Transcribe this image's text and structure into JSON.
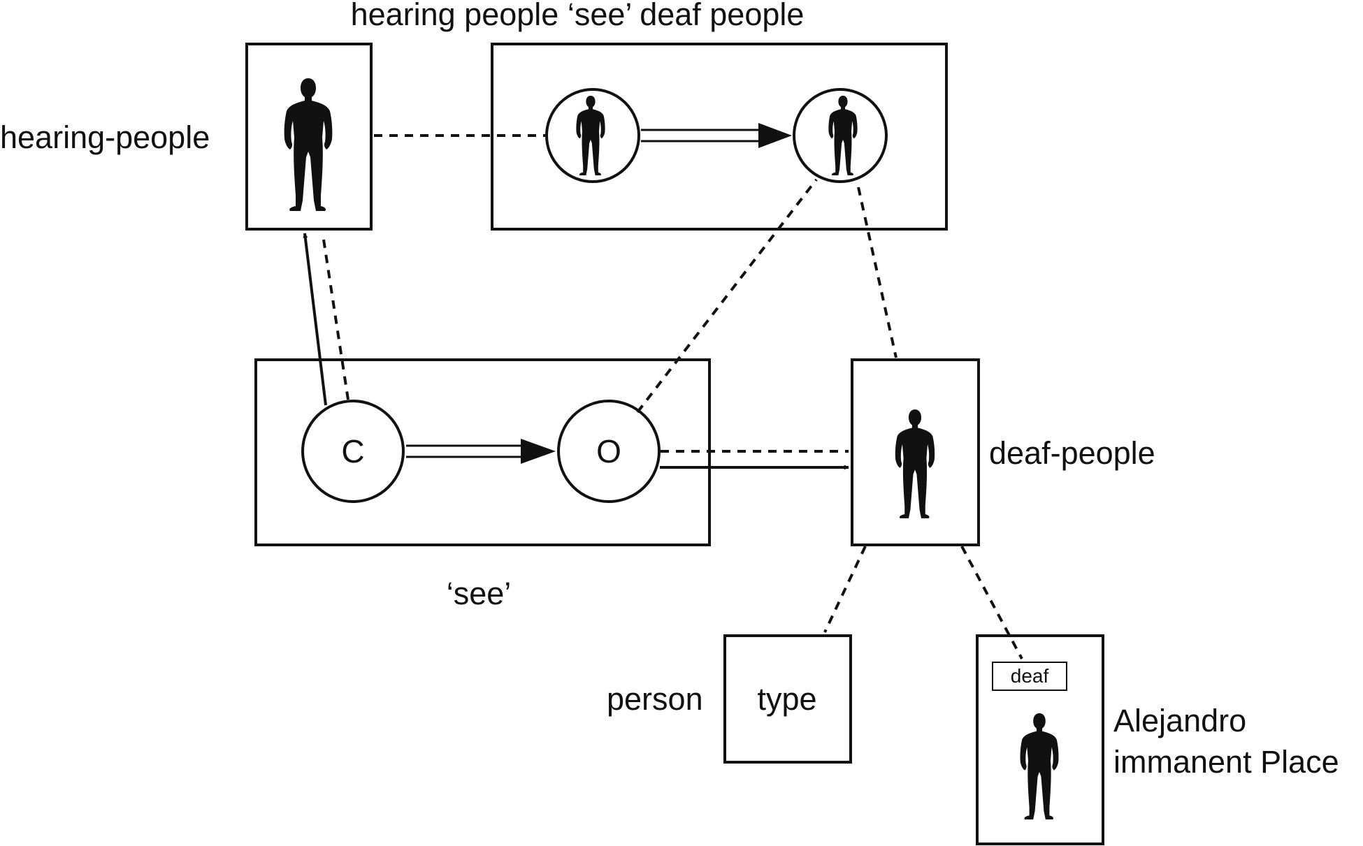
{
  "diagram": {
    "title": "hearing people ‘see’ deaf people",
    "labels": {
      "hearing_people": "hearing-people",
      "deaf_people": "deaf-people",
      "see": "‘see’",
      "person": "person",
      "type": "type",
      "deaf_tag": "deaf",
      "alejandro_line1": "Alejandro",
      "alejandro_line2": "immanent Place"
    },
    "nodes": {
      "c": "C",
      "o": "O"
    },
    "colors": {
      "ink": "#111111",
      "background": "#ffffff"
    },
    "icons": [
      "person-silhouette-icon"
    ]
  }
}
